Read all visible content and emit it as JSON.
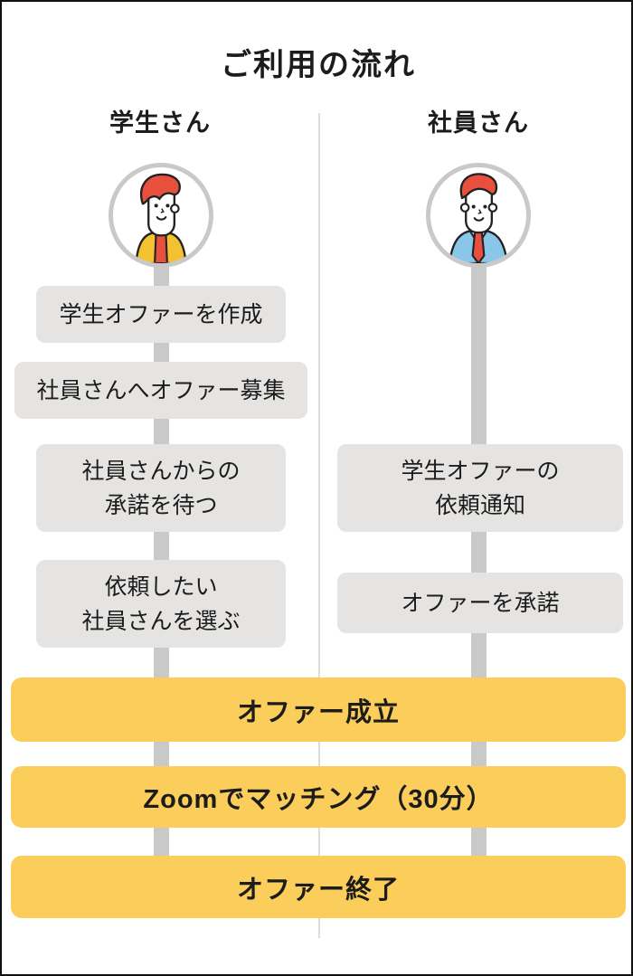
{
  "title": "ご利用の流れ",
  "columns": [
    {
      "name": "学生さん",
      "avatar": "student-avatar",
      "steps": [
        "学生オファーを作成",
        "社員さんへオファー募集",
        "社員さんからの\n承諾を待つ",
        "依頼したい\n社員さんを選ぶ"
      ]
    },
    {
      "name": "社員さん",
      "avatar": "employee-avatar",
      "steps": [
        "学生オファーの\n依頼通知",
        "オファーを承諾"
      ]
    }
  ],
  "shared_steps": [
    "オファー成立",
    "Zoomでマッチング（30分）",
    "オファー終了"
  ],
  "colors": {
    "step_box_gray": "#e5e4e2",
    "shared_box_yellow": "#fbcd5a",
    "connector_gray": "#c9c9c9",
    "divider_gray": "#dcdcdc",
    "hair_red": "#e8503e",
    "student_shirt_yellow": "#f4c231",
    "employee_jacket_blue": "#8ac6ea",
    "tie_red": "#e8503e"
  }
}
